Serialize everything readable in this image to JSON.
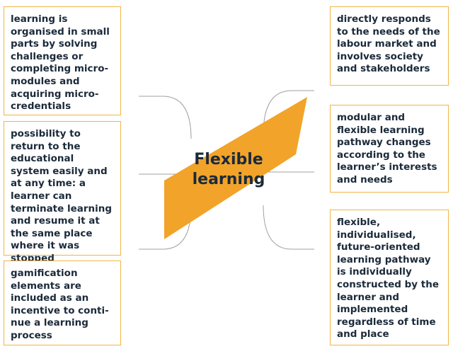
{
  "center": {
    "title": "Flexible learning",
    "color": "#f2a32a"
  },
  "left_boxes": [
    {
      "text": "learning is organised in small parts by solving challenges or completing micro-modules and acquiring micro-credentials"
    },
    {
      "text": "possibility to return to the educational system easily and at any time: a learner can terminate learning and resume it at the same place where it was stopped"
    },
    {
      "text": "gamification elements are included as an incentive to conti-nue a learning process"
    }
  ],
  "right_boxes": [
    {
      "text": "directly responds to the needs of the labour market and involves society and stakeholders"
    },
    {
      "text": "modular and flexible learning pathway changes according to the learner’s interests and needs"
    },
    {
      "text": "flexible, individualised, future-oriented learning pathway is individually constructed by the learner and implemented regardless of time and place"
    }
  ],
  "colors": {
    "border": "#f2b544",
    "text": "#1b2a3a",
    "connector": "#9a9a9a"
  }
}
